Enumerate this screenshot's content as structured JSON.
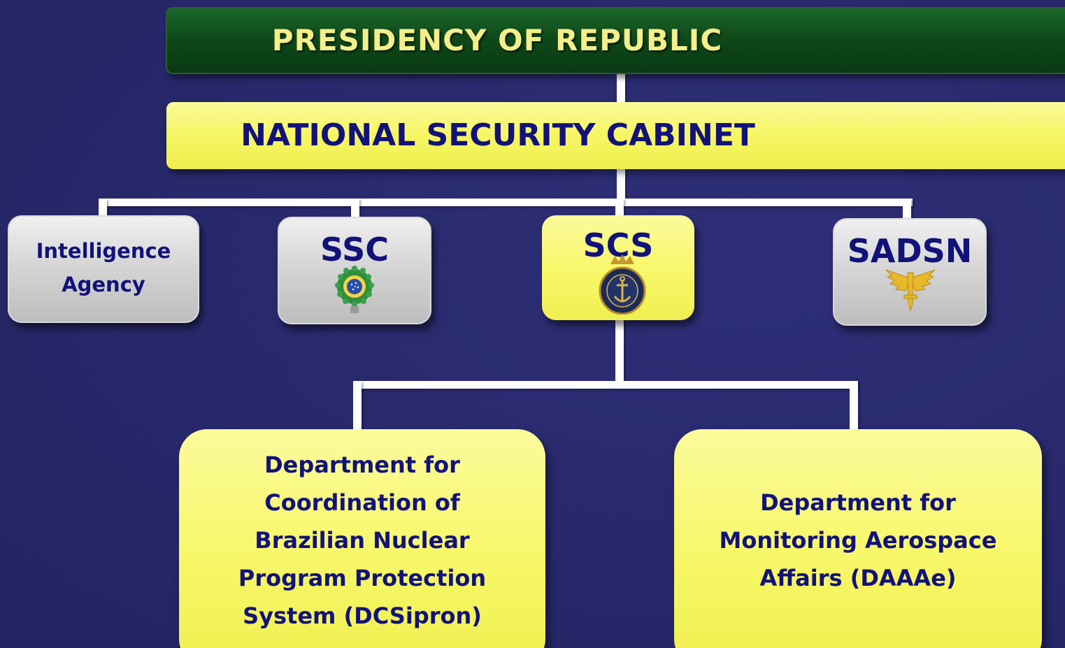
{
  "presidency": {
    "title": "PRESIDENCY OF REPUBLIC"
  },
  "cabinet": {
    "title": "NATIONAL SECURITY CABINET"
  },
  "units": [
    {
      "label_line1": "Intelligence",
      "label_line2": "Agency",
      "emblem": ""
    },
    {
      "label": "SSC",
      "emblem": "army-emblem-icon"
    },
    {
      "label": "SCS",
      "emblem": "navy-emblem-icon"
    },
    {
      "label": "SADSN",
      "emblem": "air-force-emblem-icon"
    }
  ],
  "departments": [
    {
      "lines": [
        "Department for",
        "Coordination of",
        "Brazilian Nuclear",
        "Program Protection",
        "System (DCSipron)"
      ]
    },
    {
      "lines": [
        "Department for",
        "Monitoring Aerospace",
        "Affairs (DAAAe)"
      ]
    }
  ],
  "colors": {
    "background": "#27286a",
    "presidency_green": "#0f4a1a",
    "presidency_text": "#f4ef8a",
    "box_yellow": "#f7f768",
    "box_grey": "#d6d6d6",
    "label_navy": "#12127a",
    "connector": "#ffffff"
  }
}
